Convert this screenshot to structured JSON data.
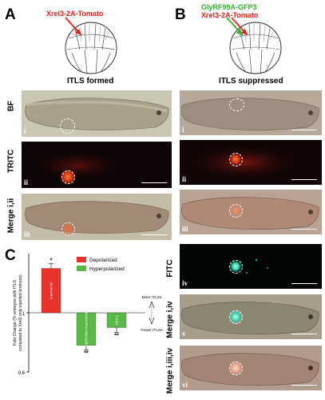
{
  "panels": {
    "A": {
      "letter": "A",
      "construct": "Xrel3-2A-Tomato",
      "title": "ITLS formed",
      "rows": [
        {
          "label": "BF",
          "roman": "i"
        },
        {
          "label": "TRITC",
          "roman": "ii"
        },
        {
          "label": "Merge i,ii",
          "roman": "iii"
        }
      ]
    },
    "B": {
      "letter": "B",
      "construct_green": "GlyRF99A-GFP3",
      "construct_red": "Xrel3-2A-Tomato",
      "title": "ITLS suppressed",
      "rows": [
        {
          "label": "",
          "roman": "i"
        },
        {
          "label": "",
          "roman": "ii"
        },
        {
          "label": "",
          "roman": "iii"
        },
        {
          "label": "FITC",
          "roman": "iv"
        },
        {
          "label": "Merge i,iv",
          "roman": "v"
        },
        {
          "label": "Merge i,iii,iv",
          "roman": "vi"
        }
      ]
    },
    "C": {
      "letter": "C"
    }
  },
  "colors": {
    "red": "#e0201c",
    "green": "#2fb12f",
    "depolarized": "#e8332a",
    "hyperpolarized": "#58b947"
  },
  "chart_data": {
    "type": "bar",
    "ylabel": "Fold Change (% embryos with ITLS compared to Xrel3 only injected embryos)",
    "ylim": [
      0.6,
      1.4
    ],
    "yticks": [
      "1"
    ],
    "yticks_extra": [
      "0.6"
    ],
    "legend_placement": "top-right",
    "series": [
      {
        "name": "Depolarized",
        "color": "#e8332a"
      },
      {
        "name": "Hyperpolarized",
        "color": "#58b947"
      }
    ],
    "bars": [
      {
        "label": "Ivermectin",
        "value": 1.3,
        "series": "Depolarized",
        "significance": "*"
      },
      {
        "label": "GlyRF99A+Ivermectin",
        "value": 0.78,
        "series": "Hyperpolarized",
        "significance": "**"
      },
      {
        "label": "Kir4.1",
        "value": 0.9,
        "series": "Hyperpolarized",
        "significance": "**"
      }
    ],
    "annotations": {
      "more": "More ITLSs",
      "fewer": "Fewer ITLSs"
    }
  }
}
